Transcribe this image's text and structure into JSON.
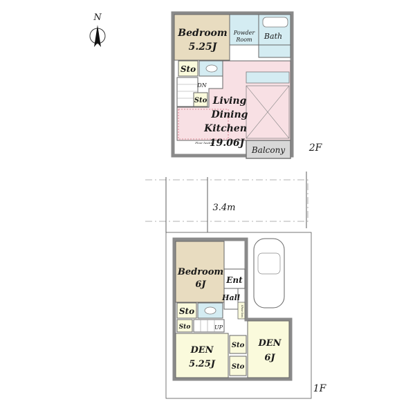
{
  "compass": {
    "label": "N"
  },
  "floor2": {
    "floor_label": "2F",
    "rooms": {
      "bedroom": {
        "name": "Bedroom",
        "size": "5.25J"
      },
      "powder_room": {
        "line1": "Powder",
        "line2": "Room"
      },
      "bath": {
        "name": "Bath"
      },
      "storage_a": "Sto",
      "storage_b": "Sto",
      "dn": "DN",
      "ldk": {
        "line1": "Living",
        "line2": "Dining",
        "line3": "Kitchen",
        "size": "19.06J"
      },
      "floor_heating": "Floor heating",
      "balcony": "Balcony"
    }
  },
  "road": {
    "width_label": "3.4m"
  },
  "floor1": {
    "floor_label": "1F",
    "rooms": {
      "bedroom": {
        "name": "Bedroom",
        "size": "6J"
      },
      "entrance": "Ent",
      "hall": "Hall",
      "shoe_box": "Shoe box",
      "storage_a": "Sto",
      "storage_b": "Sto",
      "storage_c": "Sto",
      "storage_d": "Sto",
      "up": "UP",
      "den_left": {
        "name": "DEN",
        "size": "5.25J"
      },
      "den_right": {
        "name": "DEN",
        "size": "6J"
      }
    }
  },
  "colors": {
    "bedroom": "#e8dcc0",
    "ldk_pink": "#f8e0e4",
    "den_yellow": "#fafadc",
    "wet_blue": "#d4ecf2",
    "wall": "#8a8a8a",
    "balcony": "#d8d8d8"
  }
}
